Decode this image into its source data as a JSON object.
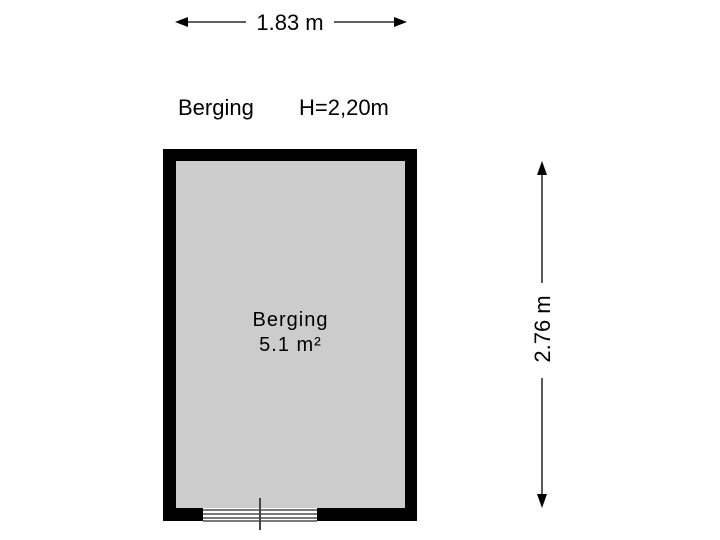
{
  "dimensions": {
    "width_label": "1.83 m",
    "height_label": "2.76 m"
  },
  "header": {
    "room_name": "Berging",
    "ceiling_height": "H=2,20m"
  },
  "room": {
    "name": "Berging",
    "area": "5.1 m²",
    "floor_color": "#cccccc",
    "wall_color": "#000000"
  }
}
